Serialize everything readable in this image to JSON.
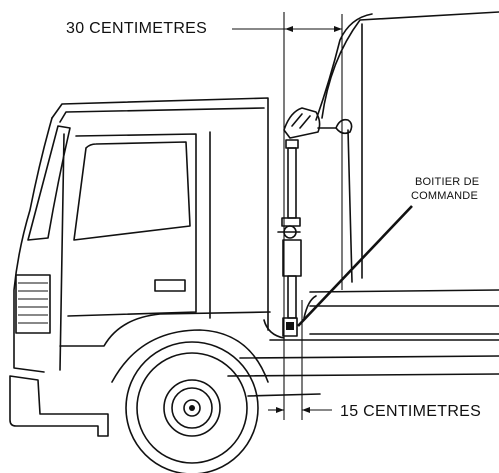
{
  "labels": {
    "top_dimension": "30 CENTIMETRES",
    "bottom_dimension": "15 CENTIMETRES",
    "control_box_line1": "BOITIER DE",
    "control_box_line2": "COMMANDE"
  },
  "colors": {
    "ink": "#111111",
    "paper": "#ffffff"
  }
}
